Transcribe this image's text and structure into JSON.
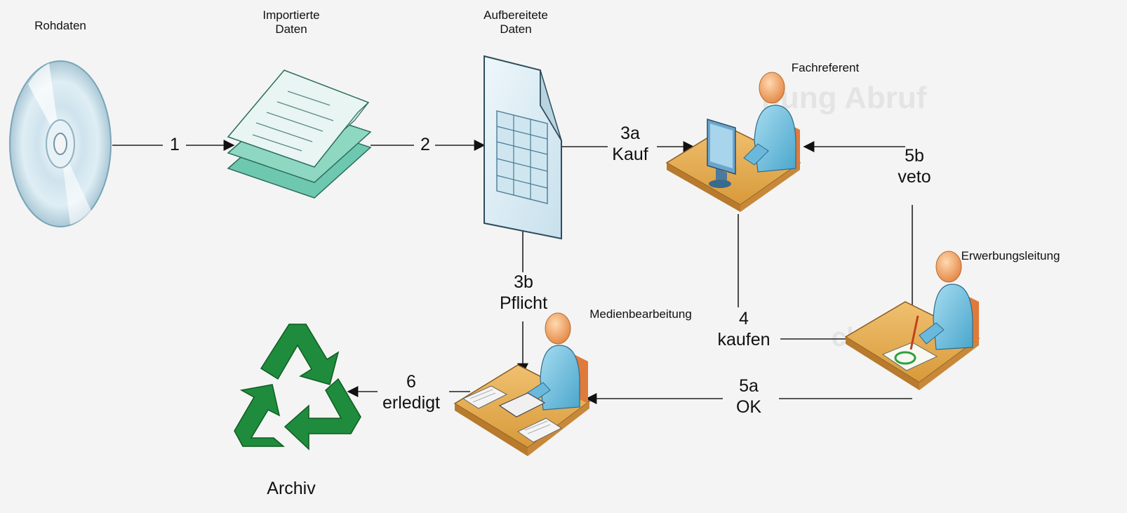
{
  "nodes": {
    "rohdaten": "Rohdaten",
    "importiert": "Importierte\nDaten",
    "aufbereitet": "Aufbereitete\nDaten",
    "fachreferent": "Fachreferent",
    "erwerbungsleitung": "Erwerbungsleitung",
    "medienbearbeitung": "Medienbearbeitung",
    "archiv": "Archiv"
  },
  "edges": {
    "e1": "1",
    "e2": "2",
    "e3a": "3a\nKauf",
    "e3b": "3b\nPflicht",
    "e4": "4\nkaufen",
    "e5a": "5a\nOK",
    "e5b": "5b\nveto",
    "e6": "6\nerledigt"
  },
  "colors": {
    "desk": "#e2a94e",
    "person_body": "#7cc7e4",
    "person_head": "#f6b779",
    "recycle": "#1e8c3c",
    "document": "#d9ecf4",
    "line": "#222222"
  }
}
